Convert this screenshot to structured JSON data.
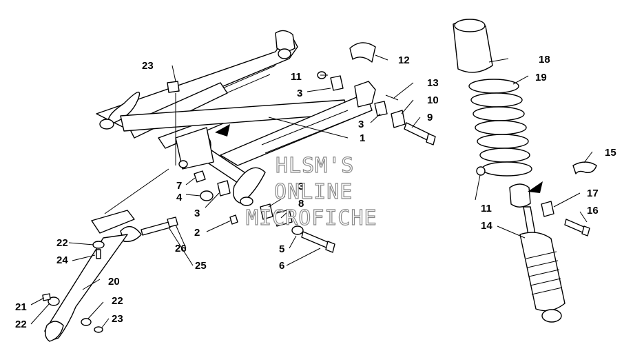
{
  "watermark": {
    "line1": "HLSM'S",
    "line2": "ONLINE",
    "line3": "MICROFICHE"
  },
  "callouts": [
    "1",
    "2",
    "3",
    "3",
    "3",
    "3",
    "4",
    "5",
    "6",
    "7",
    "8",
    "9",
    "10",
    "11",
    "11",
    "12",
    "13",
    "14",
    "15",
    "16",
    "17",
    "18",
    "19",
    "20",
    "21",
    "22",
    "22",
    "22",
    "23",
    "23",
    "24",
    "25",
    "26"
  ]
}
